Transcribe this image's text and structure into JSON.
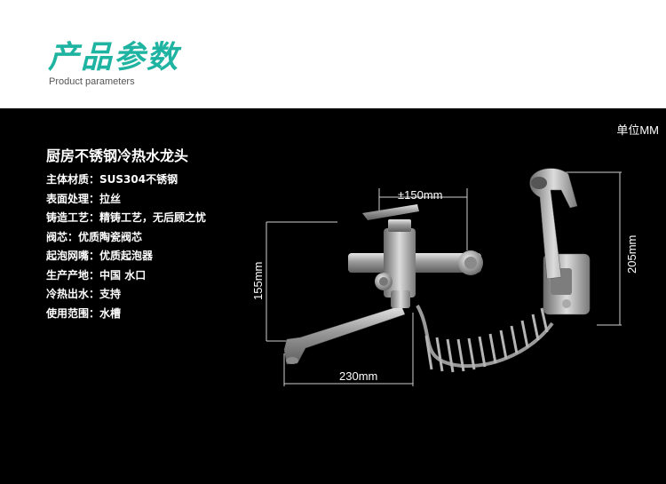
{
  "header": {
    "title": "产品参数",
    "subtitle": "Product parameters"
  },
  "panel": {
    "unit_label": "单位MM",
    "product_name": "厨房不锈钢冷热水龙头",
    "specs": [
      {
        "label": "主体材质：",
        "value": "SUS304不锈钢"
      },
      {
        "label": "表面处理：",
        "value": "拉丝"
      },
      {
        "label": "铸造工艺：",
        "value": "精铸工艺，无后顾之忧"
      },
      {
        "label": "阀芯：",
        "value": "优质陶瓷阀芯"
      },
      {
        "label": "起泡网嘴：",
        "value": "优质起泡器"
      },
      {
        "label": "生产产地：",
        "value": "中国 水口"
      },
      {
        "label": "冷热出水：",
        "value": "支持"
      },
      {
        "label": "使用范围：",
        "value": "水槽"
      }
    ],
    "dimensions": {
      "width_label": "±150mm",
      "height_label": "155mm",
      "spout_label": "230mm",
      "sprayer_label": "205mm"
    }
  }
}
